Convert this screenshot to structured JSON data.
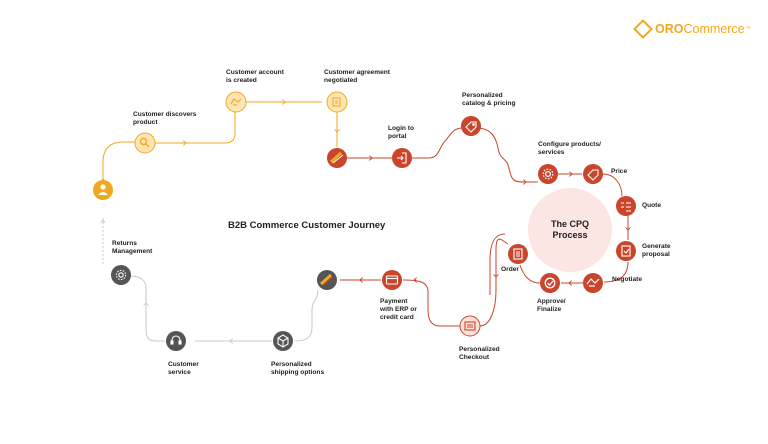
{
  "brand": {
    "logo_bold": "ORO",
    "logo_light": "Commerce",
    "trademark": "™",
    "color": "#f2a81d"
  },
  "title": "B2B Commerce Customer Journey",
  "cpq_label": "The CPQ\nProcess",
  "colors": {
    "yellow": "#f2a81d",
    "red": "#c9452b",
    "gray": "#c8c8c8",
    "cpq_bg": "#fbe6e4"
  },
  "steps": {
    "discover": "Customer discovers\nproduct",
    "account": "Customer account\nis created",
    "agreement": "Customer agreement\nnegotiated",
    "login": "Login to\nportal",
    "catalog": "Personalized\ncatalog & pricing",
    "configure": "Configure products/\nservices",
    "price": "Price",
    "quote": "Quote",
    "proposal": "Generate\nproposal",
    "negotiate": "Negotiate",
    "approve": "Approve/\nFinalize",
    "order": "Order",
    "checkout": "Personalized\nCheckout",
    "payment": "Payment\nwith ERP or\ncredit card",
    "shipping": "Personalized\nshipping options",
    "service": "Customer\nservice",
    "returns": "Returns\nManagement"
  }
}
